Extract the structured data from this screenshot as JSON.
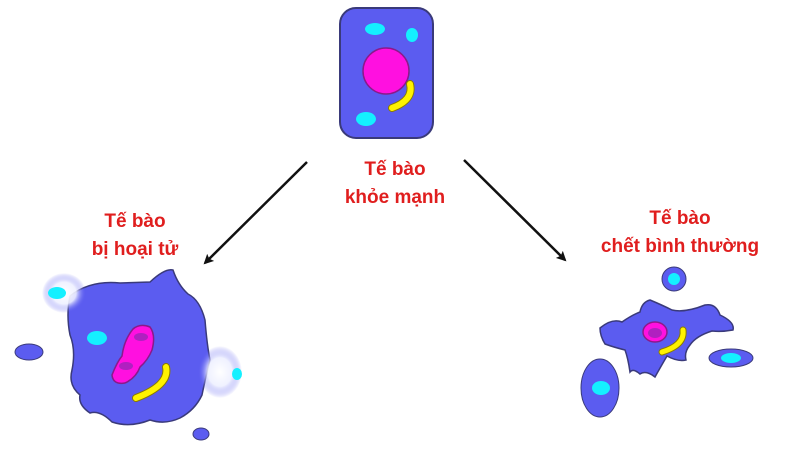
{
  "diagram": {
    "colors": {
      "cytoplasm": "#5b5cf0",
      "outline": "#3a3a7a",
      "nucleus": "#ff10e0",
      "nucleolus_dark": "#b020c0",
      "organelle_cyan": "#14f0ff",
      "mitochondrion": "#fff200",
      "label_red": "#e01e1e",
      "arrow": "#111111"
    },
    "nodes": [
      {
        "id": "healthy",
        "label_line1": "Tế bào",
        "label_line2": "khỏe mạnh"
      },
      {
        "id": "necrotic",
        "label_line1": "Tế bào",
        "label_line2": "bị hoại tử"
      },
      {
        "id": "apoptotic",
        "label_line1": "Tế bào",
        "label_line2": "chết bình thường"
      }
    ],
    "edges": [
      {
        "from": "healthy",
        "to": "necrotic"
      },
      {
        "from": "healthy",
        "to": "apoptotic"
      }
    ]
  }
}
